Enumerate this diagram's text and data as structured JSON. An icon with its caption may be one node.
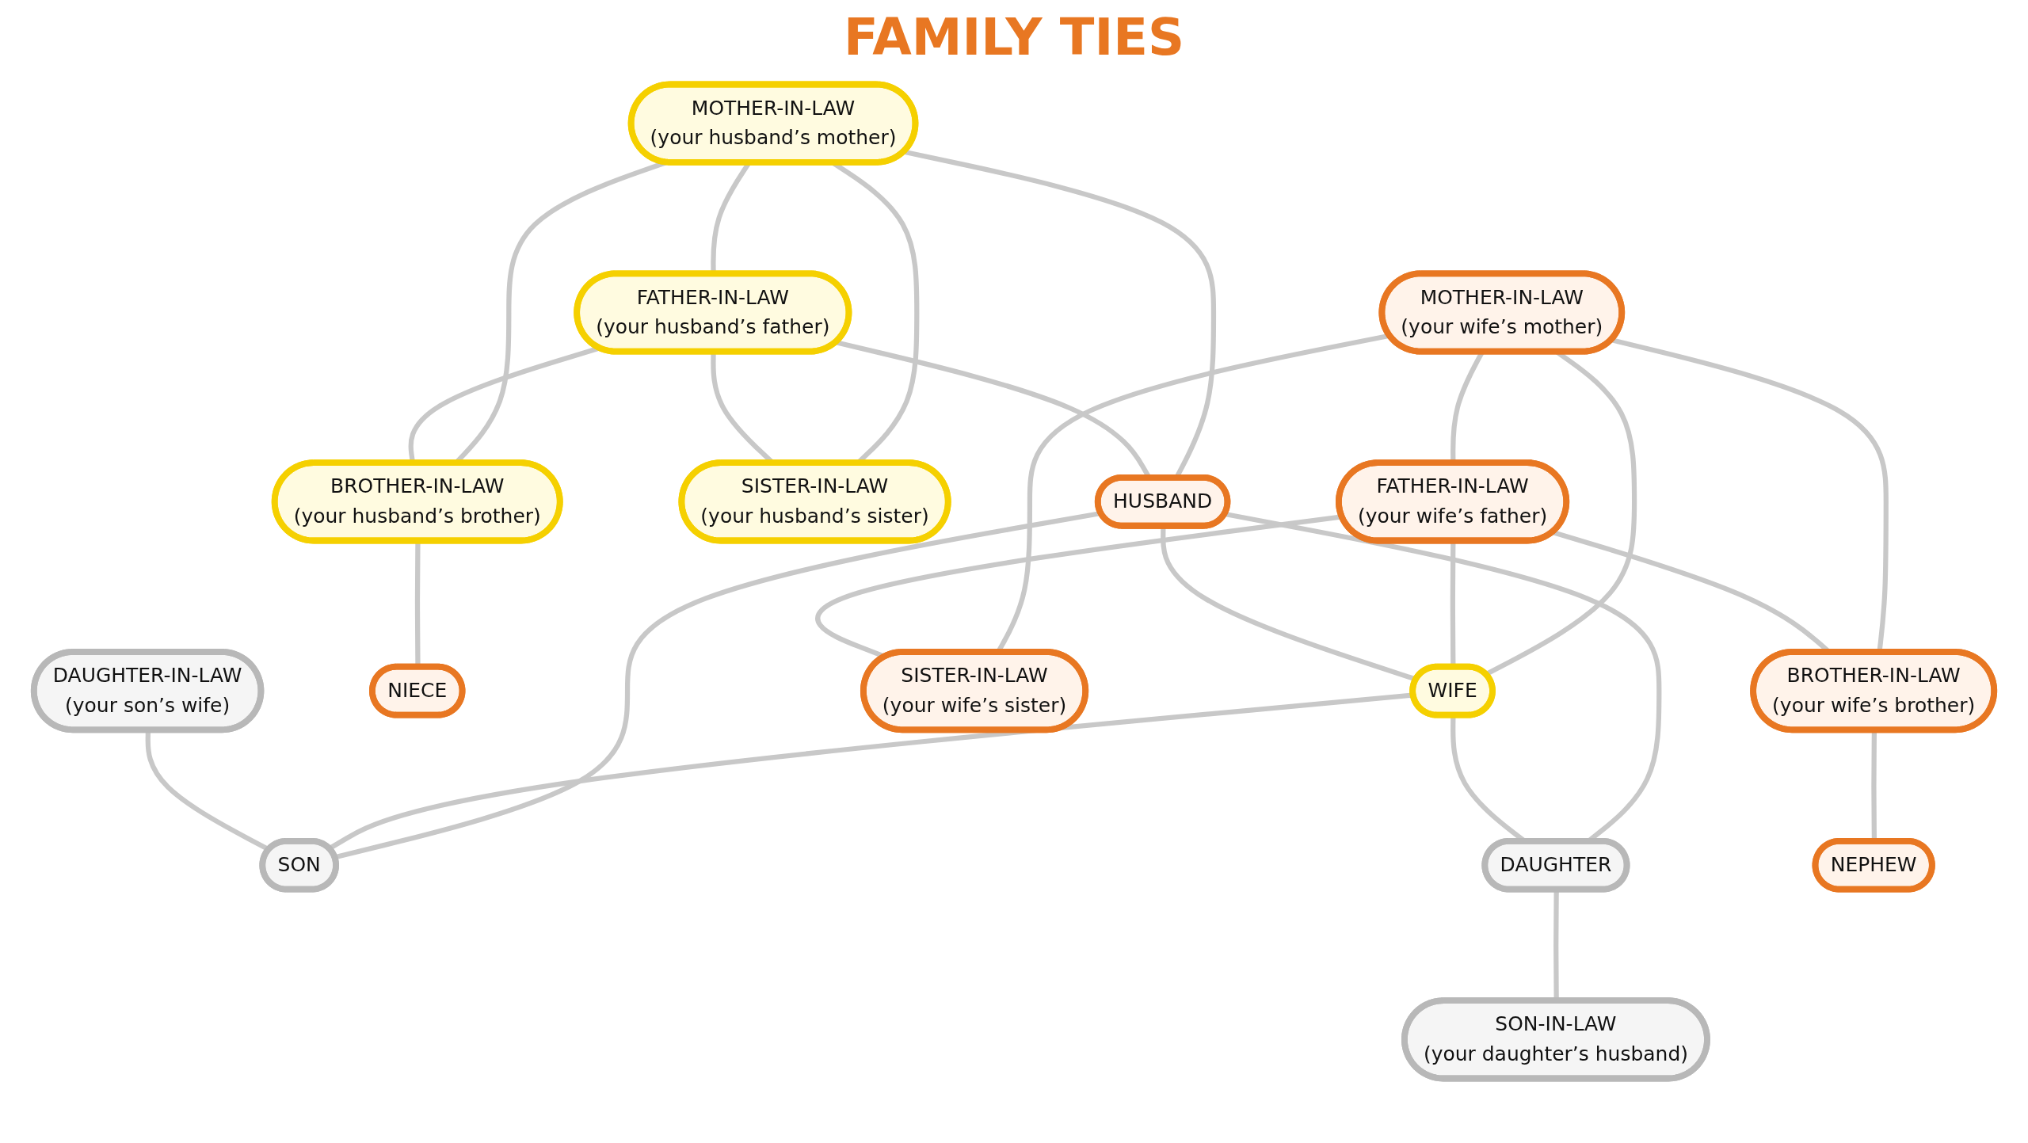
{
  "diagram": {
    "title": "FAMILY TIES",
    "nodes": [
      {
        "text": [
          "MOTHER-IN-LAW",
          "(your husband’s mother)"
        ]
      },
      {
        "text": [
          "FATHER-IN-LAW",
          "(your husband’s father)"
        ]
      },
      {
        "text": [
          "MOTHER-IN-LAW",
          "(your wife’s mother)"
        ]
      },
      {
        "text": [
          "FATHER-IN-LAW",
          "(your wife’s father)"
        ]
      },
      {
        "text": [
          "BROTHER-IN-LAW",
          "(your husband’s brother)"
        ]
      },
      {
        "text": [
          "SISTER-IN-LAW",
          "(your husband’s sister)"
        ]
      },
      {
        "text": [
          "HUSBAND"
        ]
      },
      {
        "text": [
          "WIFE"
        ]
      },
      {
        "text": [
          "SISTER-IN-LAW",
          "(your wife’s sister)"
        ]
      },
      {
        "text": [
          "BROTHER-IN-LAW",
          "(your wife’s brother)"
        ]
      },
      {
        "text": [
          "NIECE"
        ]
      },
      {
        "text": [
          "DAUGHTER-IN-LAW",
          "(your son’s wife)"
        ]
      },
      {
        "text": [
          "SON"
        ]
      },
      {
        "text": [
          "DAUGHTER"
        ]
      },
      {
        "text": [
          "SON-IN-LAW",
          "(your daughter’s husband)"
        ]
      },
      {
        "text": [
          "NEPHEW"
        ]
      }
    ],
    "edges": [
      {
        "from": 0,
        "to": 1,
        "arrow": "none"
      },
      {
        "from": 0,
        "to": 4,
        "arrow": "none"
      },
      {
        "from": 0,
        "to": 5,
        "arrow": "none"
      },
      {
        "from": 0,
        "to": 6,
        "arrow": "none"
      },
      {
        "from": 1,
        "to": 4,
        "arrow": "none"
      },
      {
        "from": 1,
        "to": 5,
        "arrow": "none"
      },
      {
        "from": 1,
        "to": 6,
        "arrow": "none"
      },
      {
        "from": 2,
        "to": 3,
        "arrow": "none"
      },
      {
        "from": 2,
        "to": 7,
        "arrow": "none"
      },
      {
        "from": 2,
        "to": 8,
        "arrow": "none"
      },
      {
        "from": 2,
        "to": 9,
        "arrow": "none"
      },
      {
        "from": 3,
        "to": 7,
        "arrow": "none"
      },
      {
        "from": 3,
        "to": 8,
        "arrow": "none"
      },
      {
        "from": 3,
        "to": 9,
        "arrow": "none"
      },
      {
        "from": 6,
        "to": 7,
        "arrow": "none"
      },
      {
        "from": 4,
        "to": 10,
        "arrow": "none"
      },
      {
        "from": 6,
        "to": 12,
        "arrow": "none"
      },
      {
        "from": 6,
        "to": 13,
        "arrow": "none"
      },
      {
        "from": 7,
        "to": 12,
        "arrow": "none"
      },
      {
        "from": 7,
        "to": 13,
        "arrow": "none"
      },
      {
        "from": 11,
        "to": 12,
        "arrow": "none"
      },
      {
        "from": 13,
        "to": 14,
        "arrow": "none"
      },
      {
        "from": 9,
        "to": 15,
        "arrow": "none"
      }
    ]
  }
}
